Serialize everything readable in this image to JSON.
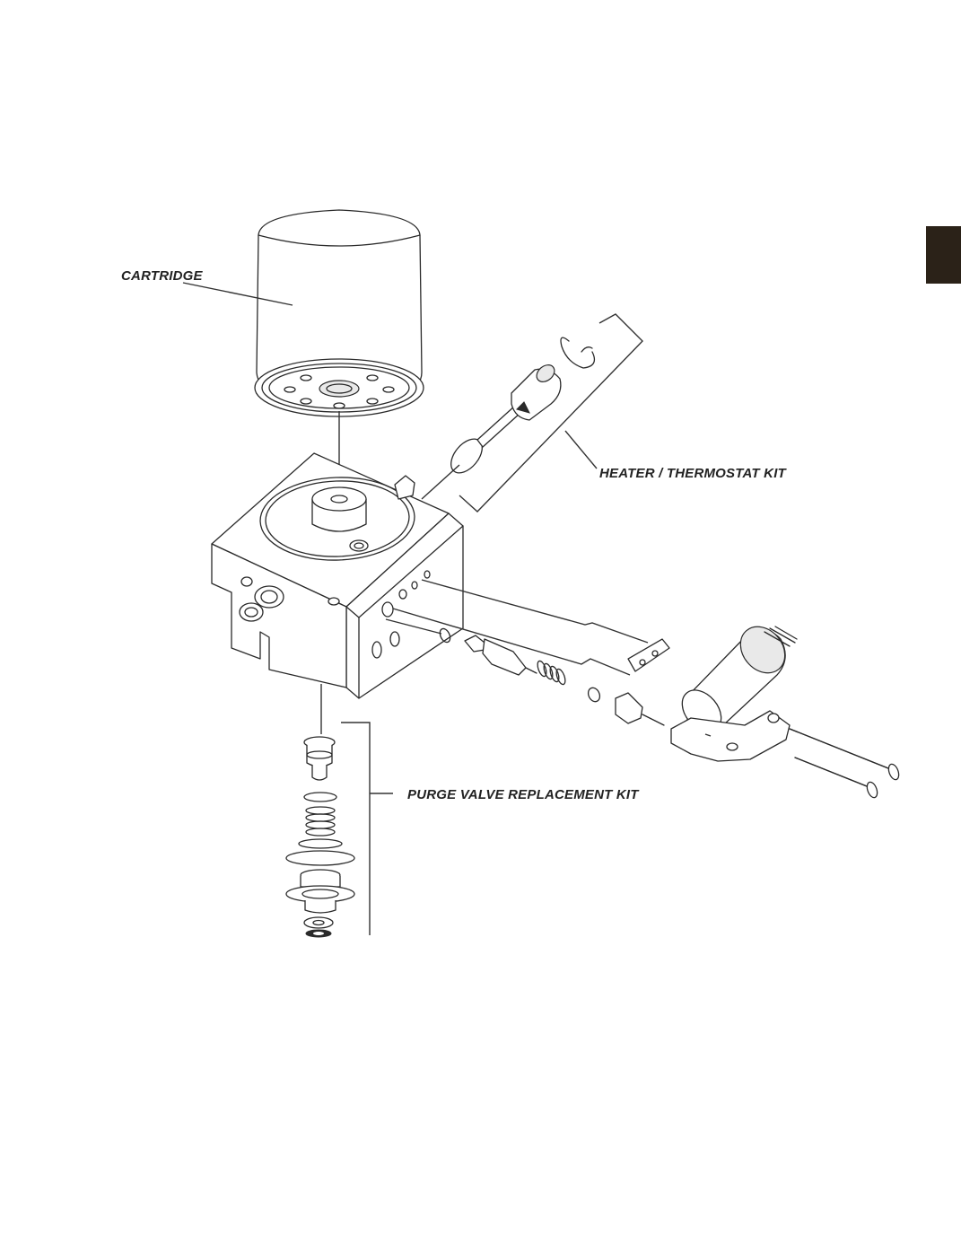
{
  "labels": {
    "cartridge": "CARTRIDGE",
    "heater_kit": "HEATER / THERMOSTAT KIT",
    "purge_kit": "PURGE VALVE REPLACEMENT KIT"
  },
  "colors": {
    "tab_marker": "#2b2218",
    "line": "#2a2a2a",
    "background": "#ffffff"
  }
}
